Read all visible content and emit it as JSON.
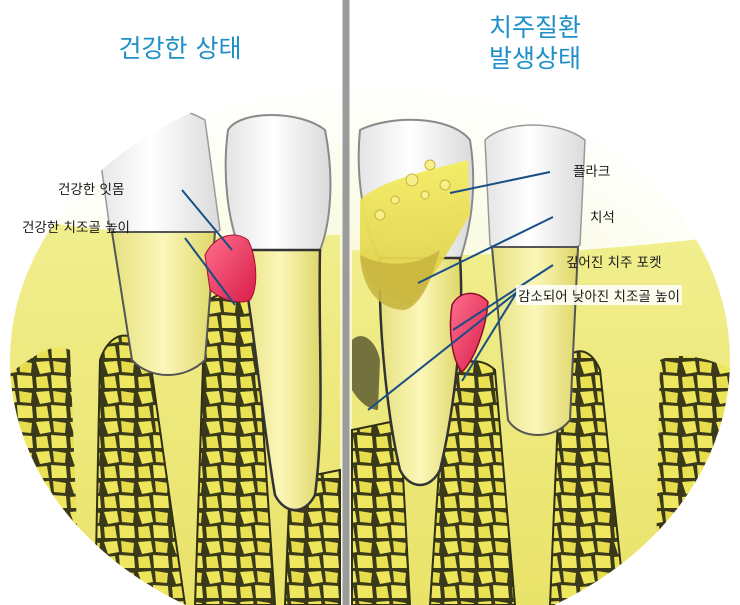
{
  "left_panel": {
    "title": "건강한 상태",
    "labels": {
      "healthy_gum": "건강한 잇몸",
      "healthy_bone_height": "건강한 치조골 높이"
    }
  },
  "right_panel": {
    "title_line1": "치주질환",
    "title_line2": "발생상태",
    "labels": {
      "plaque": "플라크",
      "tartar": "치석",
      "deep_pocket": "깊어진 치주 포켓",
      "reduced_bone_height": "감소되어 낮아진 치조골 높이"
    }
  },
  "colors": {
    "title": "#1e8fc9",
    "pointer_line": "#1a4f86",
    "gum_healthy": "#e8315a",
    "bone": "#e8df4a",
    "tooth": "#ffffff"
  }
}
